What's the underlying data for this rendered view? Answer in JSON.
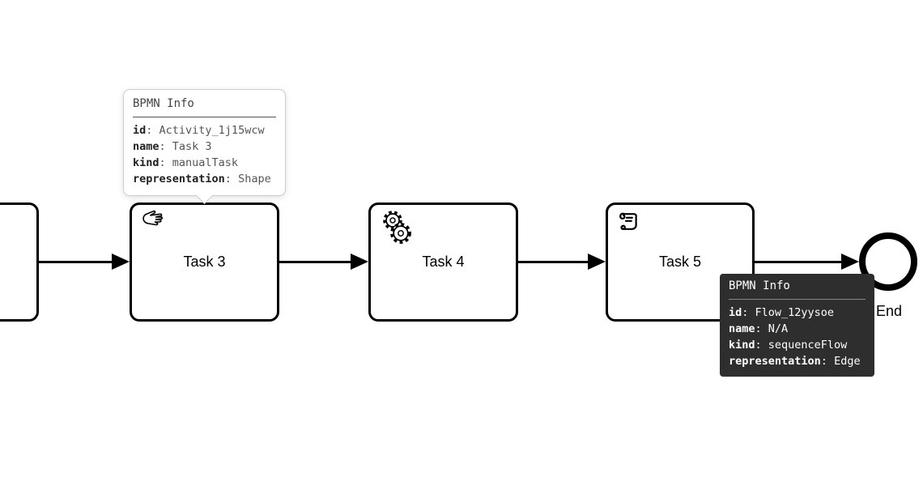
{
  "diagram": {
    "tasks": [
      {
        "label": "Task 3",
        "icon": "hand-icon"
      },
      {
        "label": "Task 4",
        "icon": "gears-icon"
      },
      {
        "label": "Task 5",
        "icon": "scroll-icon"
      }
    ],
    "end_event_label": "End"
  },
  "tooltip_sep": ": ",
  "tooltip_shape": {
    "title": "BPMN Info",
    "fields": [
      {
        "label": "id",
        "value": "Activity_1j15wcw"
      },
      {
        "label": "name",
        "value": "Task 3"
      },
      {
        "label": "kind",
        "value": "manualTask"
      },
      {
        "label": "representation",
        "value": "Shape"
      }
    ]
  },
  "tooltip_edge": {
    "title": "BPMN Info",
    "fields": [
      {
        "label": "id",
        "value": "Flow_12yysoe"
      },
      {
        "label": "name",
        "value": "N/A"
      },
      {
        "label": "kind",
        "value": "sequenceFlow"
      },
      {
        "label": "representation",
        "value": "Edge"
      }
    ]
  },
  "colors": {
    "diagram_stroke": "#000000",
    "tooltip_light_bg": "#ffffff",
    "tooltip_light_border": "#cccccc",
    "tooltip_dark_bg": "#2e2e2e",
    "tooltip_dark_text": "#ffffff"
  }
}
